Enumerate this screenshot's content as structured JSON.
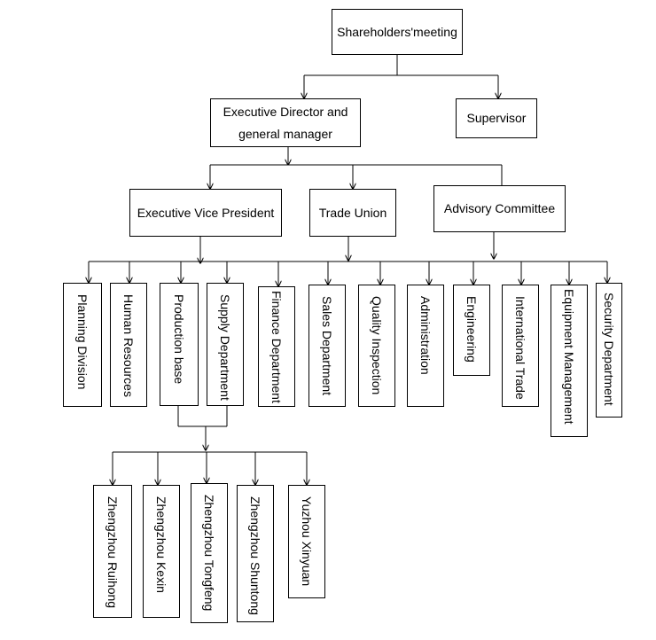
{
  "level1": {
    "shareholders": "Shareholders'meeting"
  },
  "level2": {
    "executive_director": "Executive Director and general manager",
    "supervisor": "Supervisor"
  },
  "level3": {
    "executive_vp": "Executive Vice President",
    "trade_union": "Trade Union",
    "advisory_committee": "Advisory Committee"
  },
  "departments": [
    "Planning Division",
    "Human Resources",
    "Production base",
    "Supply Department",
    "Finance Department",
    "Sales Department",
    "Quality Inspection",
    "Administration",
    "Engineering",
    "International Trade",
    "Equipment Management",
    "Security Department"
  ],
  "subsidiaries": [
    "Zhengzhou Ruihong",
    "Zhengzhou Kexin",
    "Zhengzhou Tongfeng",
    "Zhengzhou Shuntong",
    "Yuzhou Xinyuan"
  ]
}
